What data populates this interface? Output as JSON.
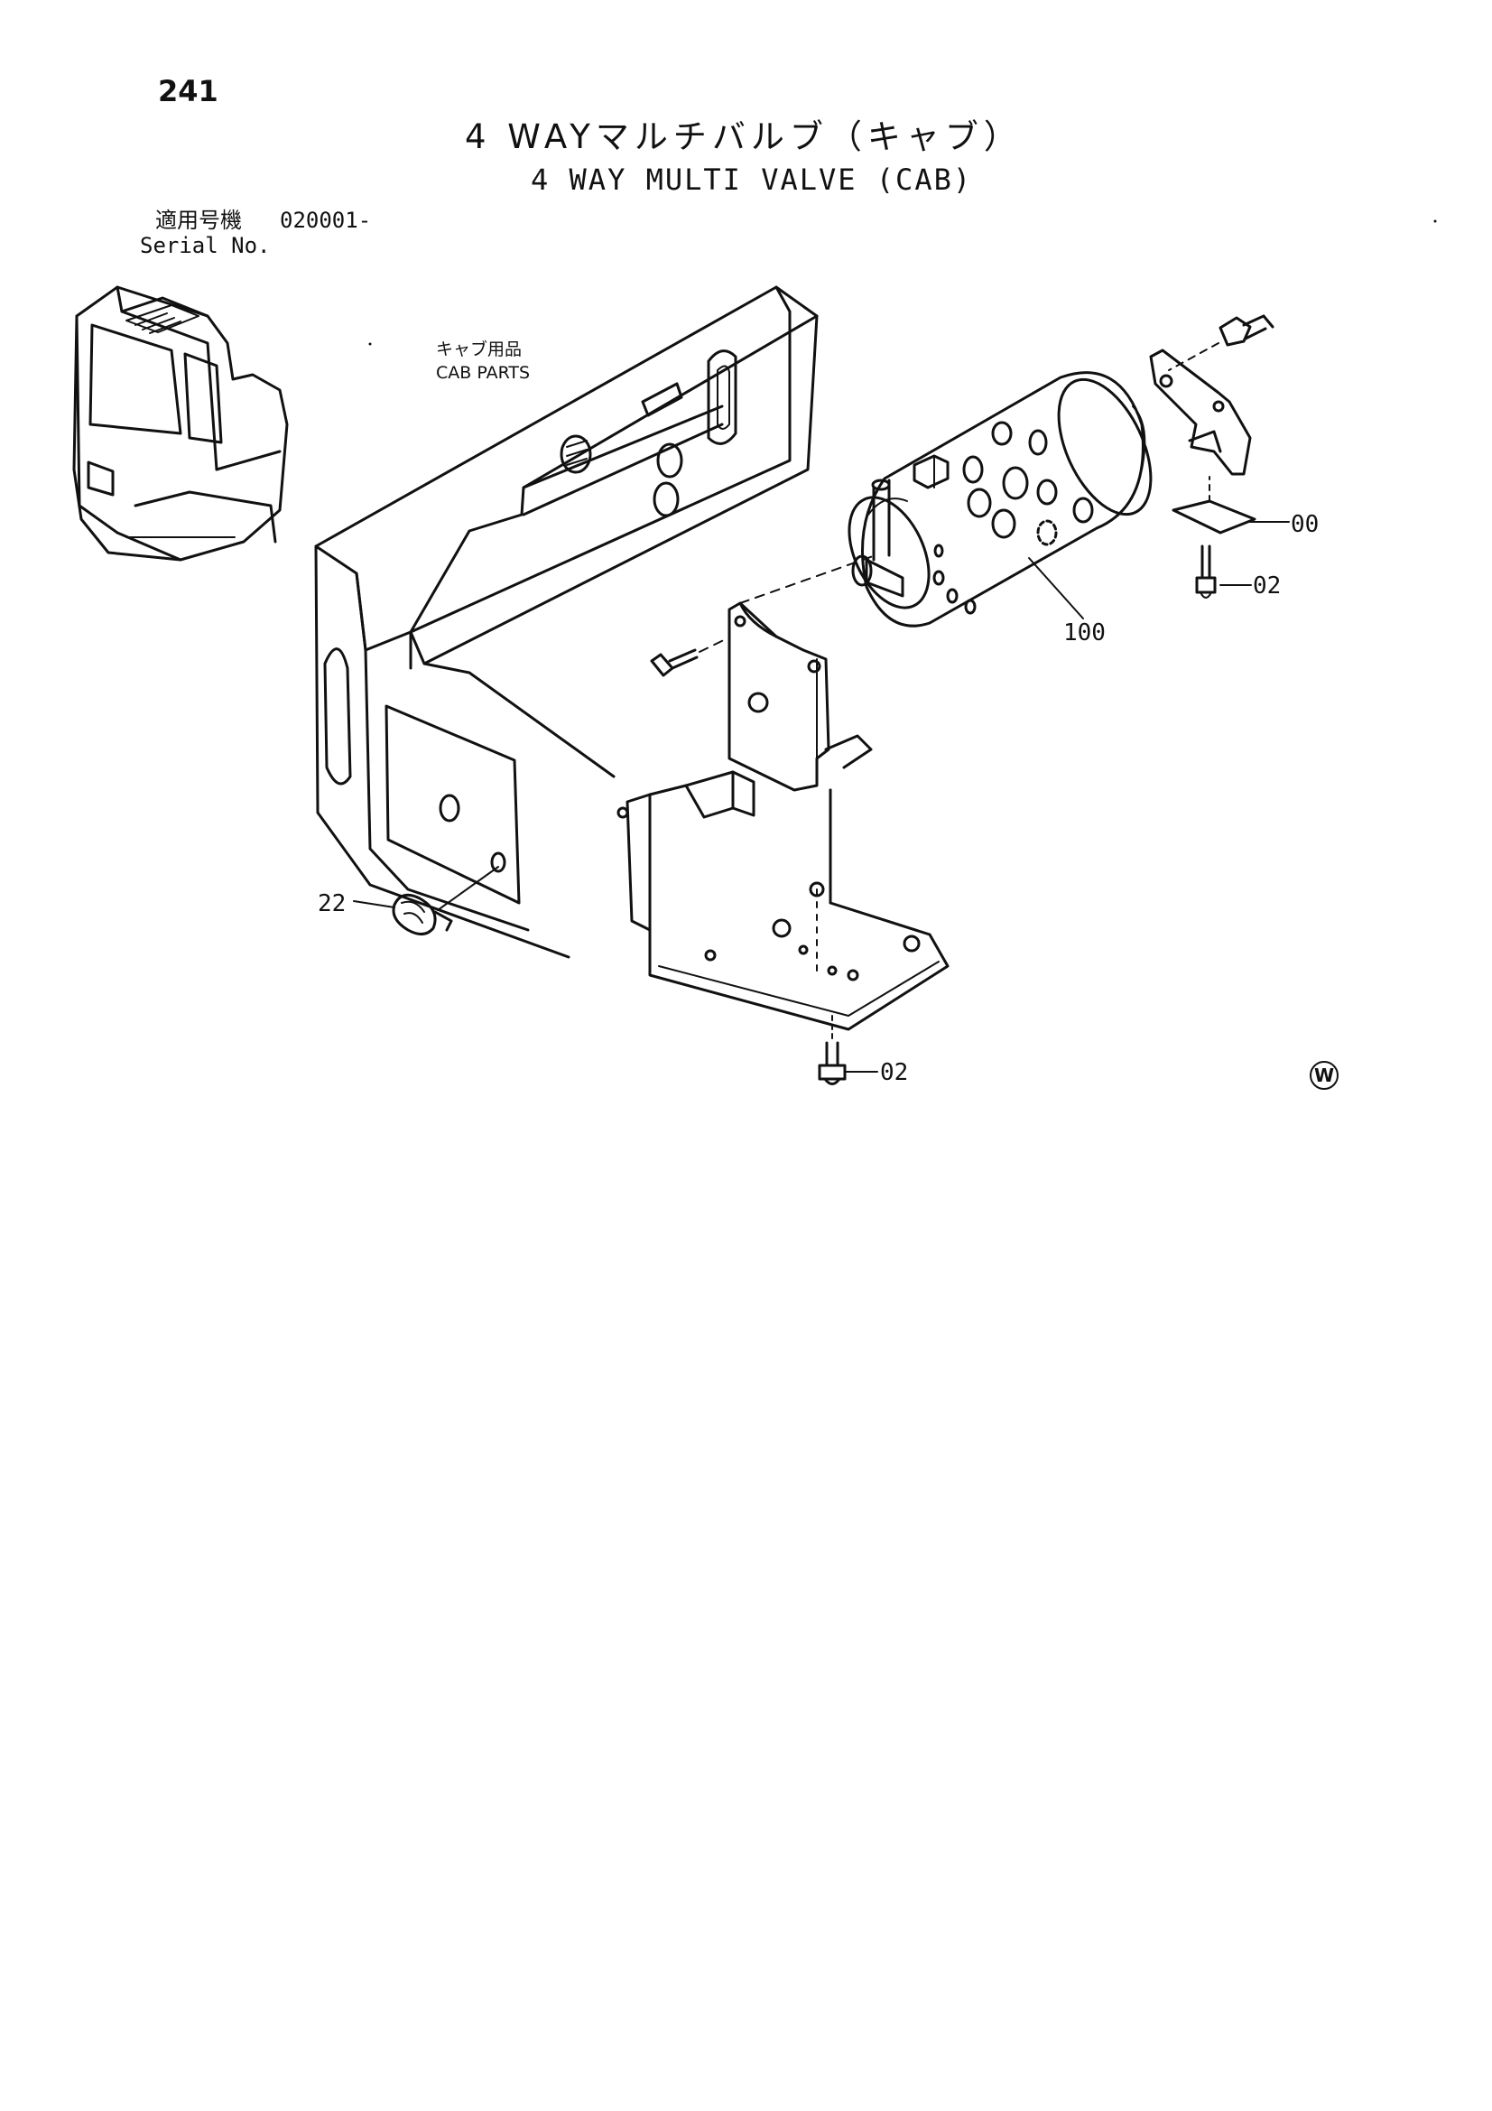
{
  "page_number": "241",
  "title_jp": "4 WAYマルチバルブ（キャブ）",
  "title_en": "4 WAY MULTI VALVE (CAB)",
  "serial": {
    "label_jp": "適用号機",
    "code": "020001-",
    "label_en": "Serial No."
  },
  "cab_parts": {
    "label_jp": "キャブ用品",
    "label_en": "CAB PARTS"
  },
  "callouts": {
    "c00": "00",
    "c02a": "02",
    "c100": "100",
    "c22": "22",
    "c02b": "02"
  },
  "marker": "W"
}
